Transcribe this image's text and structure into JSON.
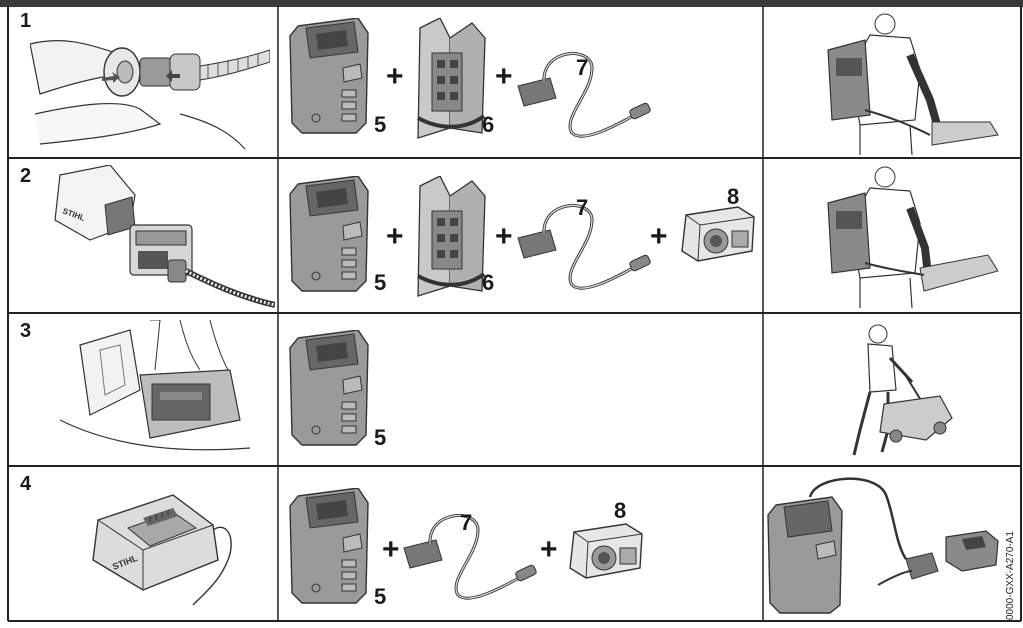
{
  "rows": [
    {
      "number": "1",
      "parts": [
        "5",
        "6",
        "7"
      ]
    },
    {
      "number": "2",
      "parts": [
        "5",
        "6",
        "7",
        "8"
      ]
    },
    {
      "number": "3",
      "parts": [
        "5"
      ]
    },
    {
      "number": "4",
      "parts": [
        "5",
        "7",
        "8"
      ]
    }
  ],
  "plus_sign": "+",
  "figure_code": "0000-GXX-A270-A1",
  "brand_marking": "STIHL"
}
